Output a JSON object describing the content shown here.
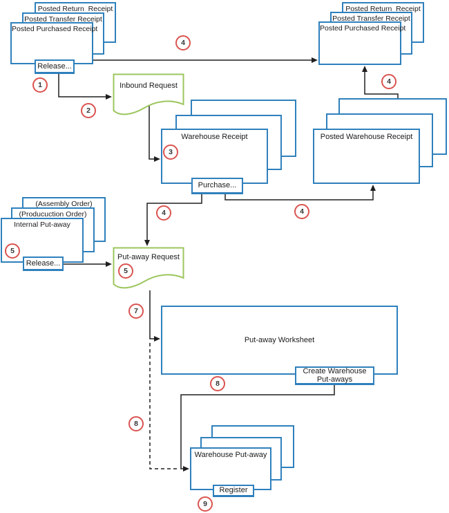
{
  "colors": {
    "box_border": "#2E80BC",
    "doc_border": "#9CC65D",
    "step_border": "#D9534F",
    "wire": "#1F1F1F"
  },
  "stacks": {
    "posted_left": {
      "back": "Posted Return  Receipt",
      "middle": "Posted Transfer Receipt",
      "front": "Posted Purchased Receipt",
      "button": "Release..."
    },
    "posted_right": {
      "back": "Posted Return  Receipt",
      "middle": "Posted Transfer Receipt",
      "front": "Posted Purchased Receipt"
    },
    "warehouse_receipt": {
      "front": "Warehouse Receipt",
      "button": "Purchase..."
    },
    "posted_warehouse_receipt": {
      "front": "Posted Warehouse Receipt"
    },
    "internal_putaway": {
      "back": "(Assembly Order)",
      "middle": "(Producuction Order)",
      "front": "Internal Put-away",
      "button": "Release..."
    },
    "warehouse_putaway": {
      "front": "Warehouse Put-away",
      "button": "Register"
    }
  },
  "documents": {
    "inbound_request": "Inbound Request",
    "putaway_request": "Put-away Request"
  },
  "worksheet": {
    "label": "Put-away Worksheet",
    "button": "Create Warehouse Put-aways"
  },
  "steps": {
    "s1": "1",
    "s2": "2",
    "s3": "3",
    "s4_top": "4",
    "s4_upper_right": "4",
    "s4_left": "4",
    "s4_right": "4",
    "s5_box": "5",
    "s5_doc": "5",
    "s7": "7",
    "s8_solid": "8",
    "s8_dashed": "8",
    "s9": "9"
  }
}
